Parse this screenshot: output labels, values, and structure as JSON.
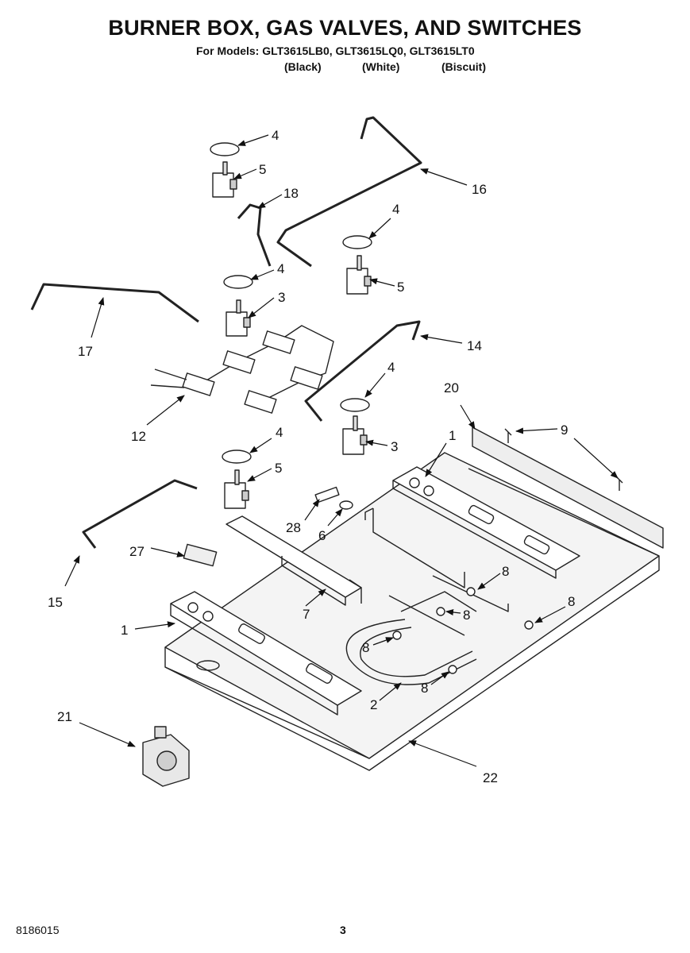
{
  "header": {
    "title": "BURNER BOX, GAS VALVES, AND SWITCHES",
    "models": "For Models: GLT3615LB0, GLT3615LQ0, GLT3615LT0",
    "variants": [
      "(Black)",
      "(White)",
      "(Biscuit)"
    ]
  },
  "callouts": {
    "c4a": "4",
    "c5a": "5",
    "c18": "18",
    "c16": "16",
    "c4b": "4",
    "c5b": "5",
    "c4c": "4",
    "c3a": "3",
    "c17": "17",
    "c14": "14",
    "c12": "12",
    "c4d": "4",
    "c3b": "3",
    "c20": "20",
    "c1a": "1",
    "c9": "9",
    "c4e": "4",
    "c5c": "5",
    "c28": "28",
    "c6": "6",
    "c27": "27",
    "c15": "15",
    "c7": "7",
    "c8a": "8",
    "c8b": "8",
    "c8c": "8",
    "c8d": "8",
    "c8e": "8",
    "c1b": "1",
    "c2": "2",
    "c21": "21",
    "c22": "22"
  },
  "footer": {
    "doc_number": "8186015",
    "page_number": "3"
  }
}
